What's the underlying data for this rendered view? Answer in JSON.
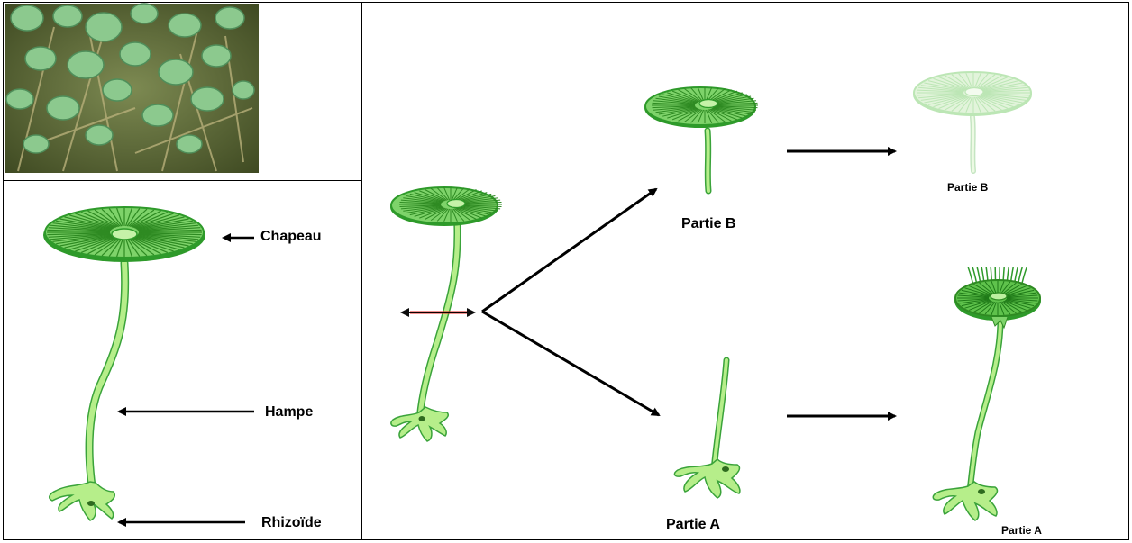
{
  "left_diagram": {
    "labels": {
      "cap": "Chapeau",
      "stalk": "Hampe",
      "rhizoid": "Rhizoïde"
    }
  },
  "experiment": {
    "upper_result_label": "Partie B",
    "lower_result_label": "Partie A",
    "faded_result_label": "Partie B",
    "regrown_result_label": "Partie A"
  },
  "colors": {
    "cap_fill": "#7ed36a",
    "cap_dark": "#2e9a2a",
    "stalk_fill": "#b6ee8a",
    "stalk_edge": "#3aa33a",
    "cut_mark": "#e0201c",
    "faded_cap": "#bfe8b0"
  }
}
